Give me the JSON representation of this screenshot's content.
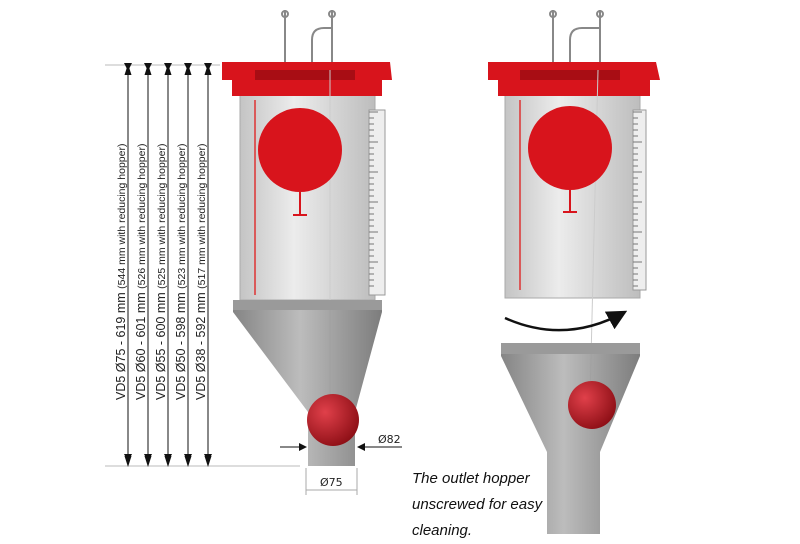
{
  "dimensions": [
    {
      "main": "VD5 Ø75 - 619 mm",
      "note": "(544 mm with reducing hopper)"
    },
    {
      "main": "VD5 Ø60 - 601 mm",
      "note": "(526 mm with reducing hopper)"
    },
    {
      "main": "VD5 Ø55 - 600 mm",
      "note": "(525 mm with reducing hopper)"
    },
    {
      "main": "VD5 Ø50 - 598 mm",
      "note": "(523 mm with reducing hopper)"
    },
    {
      "main": "VD5 Ø38 - 592 mm",
      "note": "(517 mm with reducing hopper)"
    }
  ],
  "outer_diameter_label": "Ø82",
  "inner_diameter_label": "Ø75",
  "caption": [
    "The outlet hopper",
    "unscrewed for easy",
    "cleaning."
  ],
  "colors": {
    "lid": "#d8141c",
    "ball": "#c8161e",
    "body": "#d6d6d6",
    "hopper": "#8e8e8e"
  }
}
